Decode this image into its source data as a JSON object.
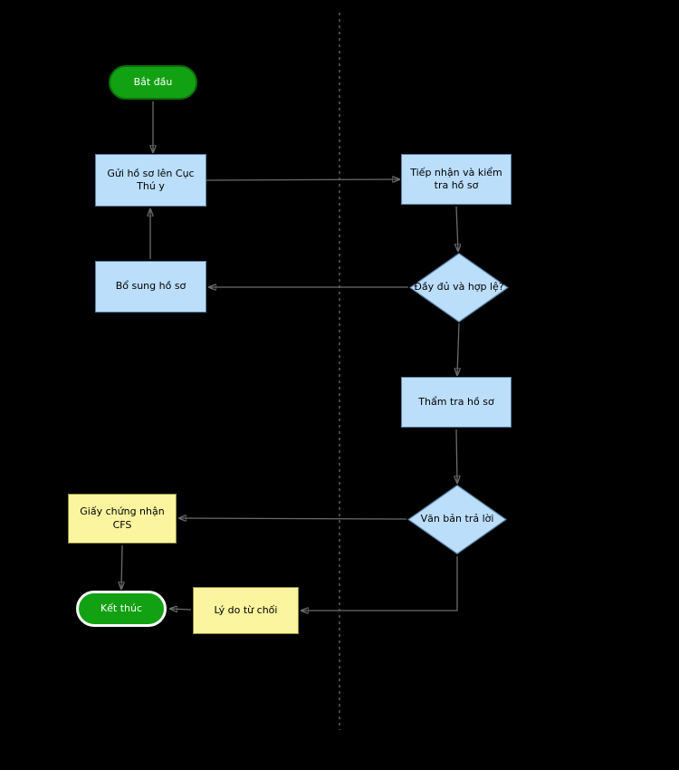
{
  "diagram": {
    "type": "flowchart",
    "lanes": 2,
    "nodes": {
      "start": {
        "label": "Bắt đầu",
        "type": "terminal"
      },
      "submit": {
        "label": "Gửi hồ sơ lên Cục Thú y",
        "type": "process"
      },
      "receive": {
        "label": "Tiếp nhận và kiểm tra hồ sơ",
        "type": "process"
      },
      "decision_valid": {
        "label": "Đầy đủ và hợp lệ?",
        "type": "decision"
      },
      "supplement": {
        "label": "Bổ sung hồ sơ",
        "type": "process"
      },
      "review": {
        "label": "Thẩm tra hồ sơ",
        "type": "process"
      },
      "decision_reply": {
        "label": "Văn bản trả lời",
        "type": "decision"
      },
      "certificate": {
        "label": "Giấy chứng nhận CFS",
        "type": "document"
      },
      "rejection": {
        "label": "Lý do từ chối",
        "type": "document"
      },
      "end": {
        "label": "Kết thúc",
        "type": "terminal"
      }
    },
    "edges": [
      {
        "from": "start",
        "to": "submit"
      },
      {
        "from": "submit",
        "to": "receive"
      },
      {
        "from": "receive",
        "to": "decision_valid"
      },
      {
        "from": "decision_valid",
        "to": "supplement"
      },
      {
        "from": "supplement",
        "to": "submit"
      },
      {
        "from": "decision_valid",
        "to": "review"
      },
      {
        "from": "review",
        "to": "decision_reply"
      },
      {
        "from": "decision_reply",
        "to": "certificate"
      },
      {
        "from": "certificate",
        "to": "end"
      },
      {
        "from": "decision_reply",
        "to": "rejection"
      },
      {
        "from": "rejection",
        "to": "end"
      }
    ],
    "colors": {
      "background": "#000000",
      "process_fill": "#BBDEFB",
      "process_border": "#5B83A6",
      "decision_fill": "#BBDEFB",
      "decision_border": "#5B83A6",
      "document_fill": "#FBF5A0",
      "document_border": "#91913E",
      "terminal_fill": "#12A112",
      "terminal_border": "#0A700A",
      "end_ring": "#FFFFFF",
      "arrow": "#6B6B6B",
      "lane_divider": "#FFFFFF"
    }
  }
}
